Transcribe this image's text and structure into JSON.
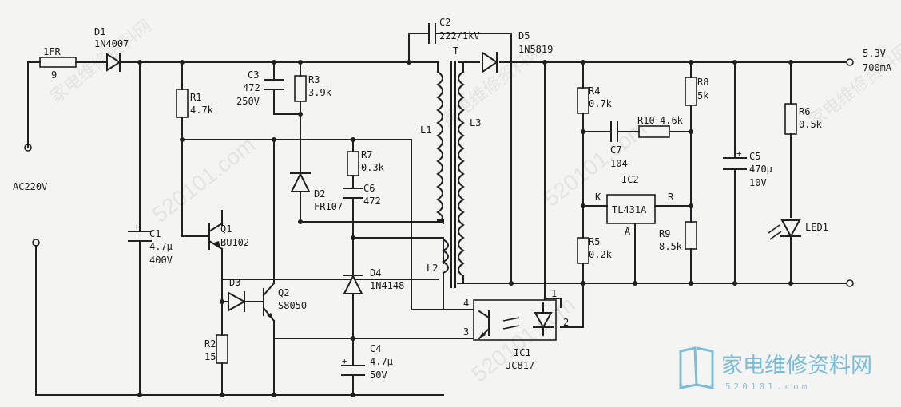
{
  "labels": {
    "fuse": "1FR",
    "fuse_val": "9",
    "d1": "D1",
    "d1_val": "1N4007",
    "c2": "C2",
    "c2_val": "222/1kV",
    "d5": "D5",
    "d5_val": "1N5819",
    "t": "T",
    "out_v": "5.3V",
    "out_i": "700mA",
    "r1": "R1",
    "r1_val": "4.7k",
    "c3": "C3",
    "c3_val1": "472",
    "c3_val2": "250V",
    "r3": "R3",
    "r3_val": "3.9k",
    "r4": "R4",
    "r4_val": "0.7k",
    "r8": "R8",
    "r8_val": "5k",
    "r10": "R10",
    "r10_val": "4.6k",
    "c7": "C7",
    "c7_val": "104",
    "r6": "R6",
    "r6_val": "0.5k",
    "l1": "L1",
    "l3": "L3",
    "l2": "L2",
    "r7": "R7",
    "r7_val": "0.3k",
    "c6": "C6",
    "c6_val": "472",
    "d2": "D2",
    "d2_val": "FR107",
    "ic2": "IC2",
    "ic2_val": "TL431A",
    "k": "K",
    "r": "R",
    "a": "A",
    "c5": "C5",
    "c5_val1": "470µ",
    "c5_val2": "10V",
    "ac": "AC220V",
    "c1": "C1",
    "c1_val1": "4.7µ",
    "c1_val2": "400V",
    "q1": "Q1",
    "q1_val": "BU102",
    "r9": "R9",
    "r9_val": "8.5k",
    "led": "LED1",
    "r5": "R5",
    "r5_val": "0.2k",
    "d4": "D4",
    "d4_val": "1N4148",
    "d3": "D3",
    "q2": "Q2",
    "q2_val": "S8050",
    "pin4": "4",
    "pin3": "3",
    "pin1": "1",
    "pin2": "2",
    "r2": "R2",
    "r2_val": "15",
    "c4": "C4",
    "c4_val1": "4.7µ",
    "c4_val2": "50V",
    "ic1": "IC1",
    "ic1_val": "JC817"
  },
  "watermark": {
    "site_cn": "家电维修资料网",
    "url": "520101.com",
    "logo_cn": "家电维修资料网",
    "logo_url": "520101.com"
  },
  "colors": {
    "wire": "#202020",
    "logo": "#7bbcd6",
    "paper": "#f4f4f2"
  }
}
